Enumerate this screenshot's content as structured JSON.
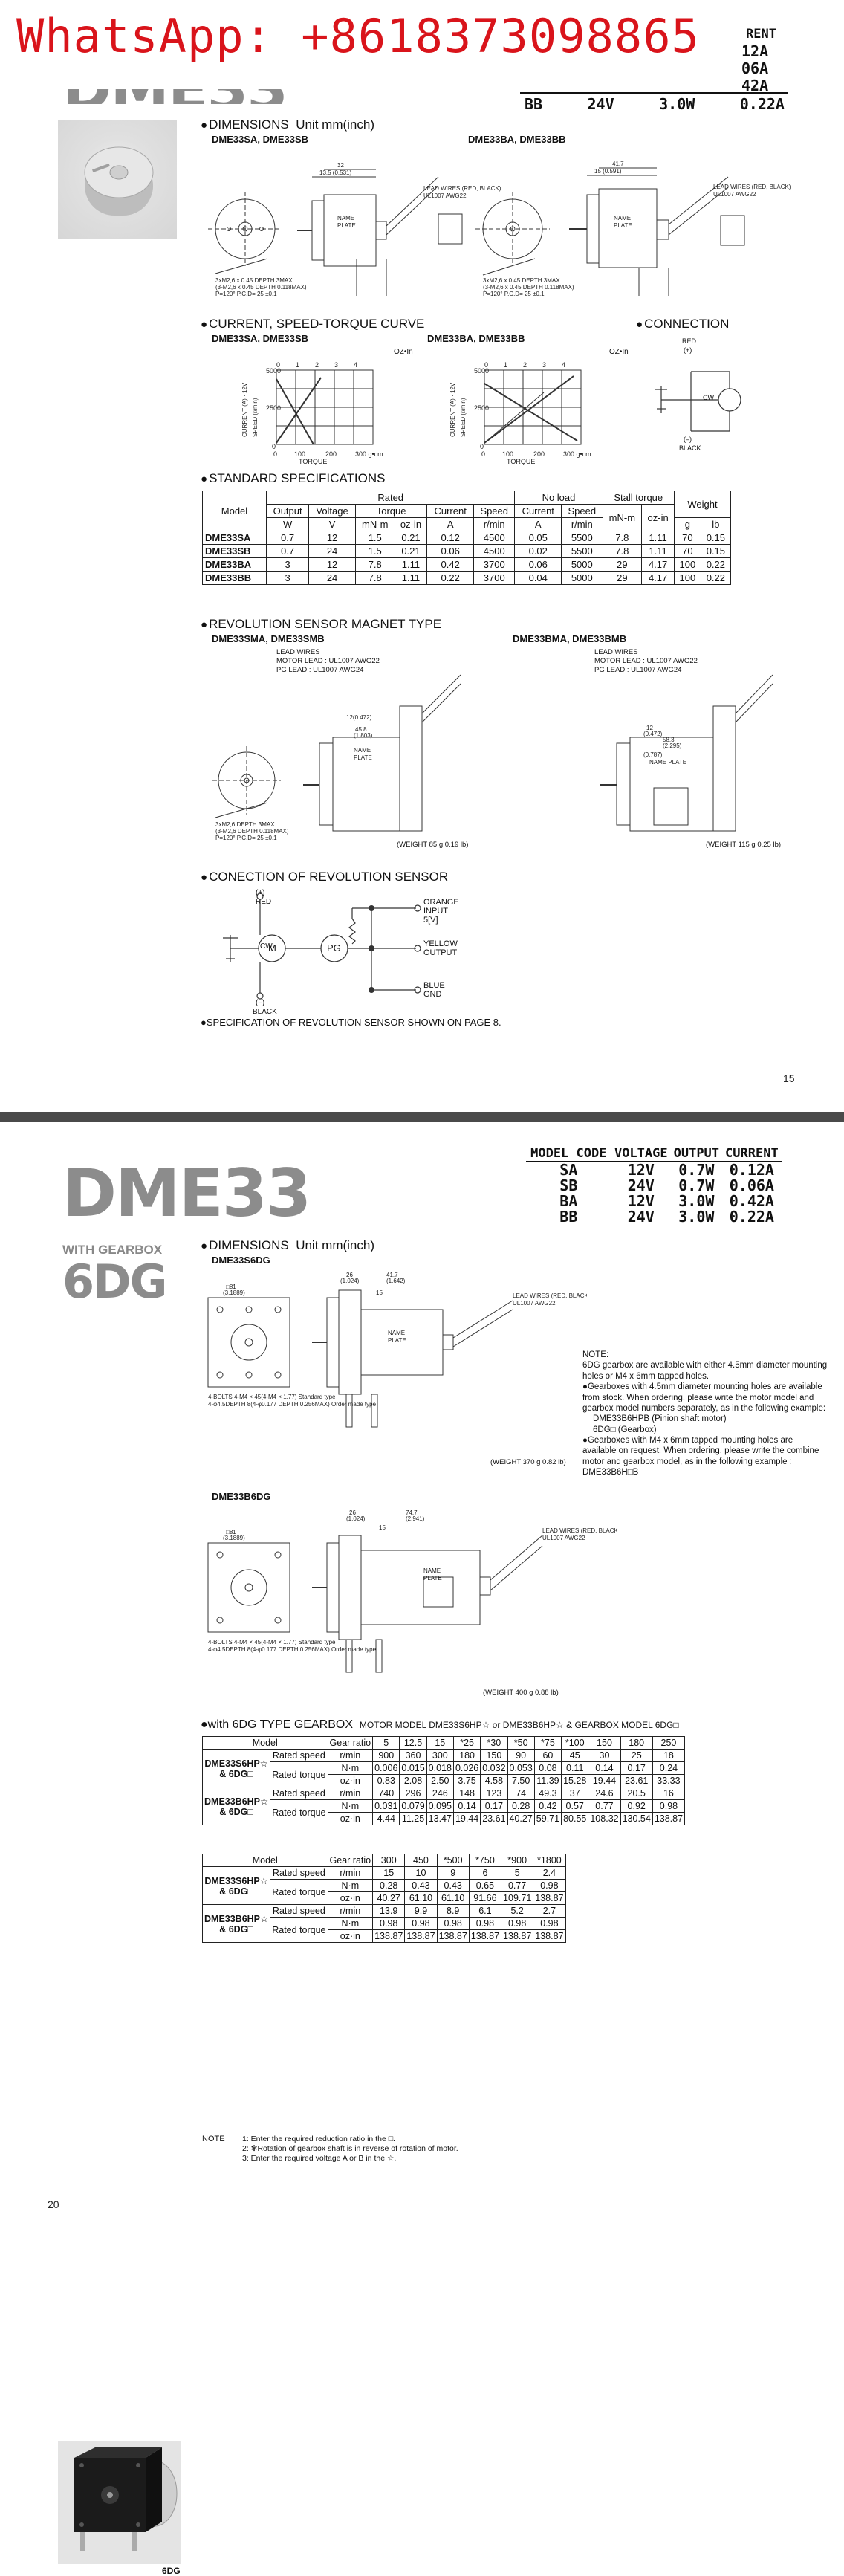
{
  "watermark": "WhatsApp: +8618373098865",
  "page1": {
    "model_fragment": "DME33",
    "codes_fragment": {
      "header_tail": "RENT",
      "rows_tail": [
        "12A",
        "06A",
        "42A"
      ],
      "last_row": [
        "BB",
        "24V",
        "3.0W",
        "0.22A"
      ]
    },
    "dims_section": "DIMENSIONS",
    "dims_unit": "Unit mm(inch)",
    "dims_left_models": "DME33SA, DME33SB",
    "dims_right_models": "DME33BA, DME33BB",
    "curve_section": "CURRENT, SPEED-TORQUE CURVE",
    "curve_left_models": "DME33SA, DME33SB",
    "curve_right_models": "DME33BA, DME33BB",
    "curve_unit_label": "OZ•In",
    "connection_section": "CONNECTION",
    "connection": {
      "red": "RED",
      "plus": "(+)",
      "minus": "(–)",
      "black": "BLACK",
      "cw": "CW"
    },
    "spec_section": "STANDARD SPECIFICATIONS",
    "spec": {
      "headers_top": [
        "Model",
        "Rated",
        "No load",
        "Stall torque",
        "Weight"
      ],
      "headers_mid": [
        "Output",
        "Voltage",
        "Torque",
        "Current",
        "Speed",
        "Current",
        "Speed",
        "mN-m",
        "oz-in"
      ],
      "headers_units": [
        "W",
        "V",
        "mN-m",
        "oz-in",
        "A",
        "r/min",
        "A",
        "r/min",
        "g",
        "lb"
      ],
      "rows": [
        [
          "DME33SA",
          "0.7",
          "12",
          "1.5",
          "0.21",
          "0.12",
          "4500",
          "0.05",
          "5500",
          "7.8",
          "1.11",
          "70",
          "0.15"
        ],
        [
          "DME33SB",
          "0.7",
          "24",
          "1.5",
          "0.21",
          "0.06",
          "4500",
          "0.02",
          "5500",
          "7.8",
          "1.11",
          "70",
          "0.15"
        ],
        [
          "DME33BA",
          "3",
          "12",
          "7.8",
          "1.11",
          "0.42",
          "3700",
          "0.06",
          "5000",
          "29",
          "4.17",
          "100",
          "0.22"
        ],
        [
          "DME33BB",
          "3",
          "24",
          "7.8",
          "1.11",
          "0.22",
          "3700",
          "0.04",
          "5000",
          "29",
          "4.17",
          "100",
          "0.22"
        ]
      ]
    },
    "magnet_section": "REVOLUTION SENSOR MAGNET TYPE",
    "magnet_left_models": "DME33SMA, DME33SMB",
    "magnet_right_models": "DME33BMA, DME33BMB",
    "lead_wires": "LEAD WIRES",
    "motor_lead": "MOTOR LEAD : UL1007 AWG22",
    "pg_lead": "PG LEAD       : UL1007 AWG24",
    "weight_left": "(WEIGHT 85 g  0.19 lb)",
    "weight_right": "(WEIGHT 115 g  0.25 lb)",
    "sensor_section": "CONECTION OF REVOLUTION SENSOR",
    "sensor": {
      "plus": "(+)",
      "red": "RED",
      "minus": "(–)",
      "black": "BLACK",
      "cw": "CW",
      "m": "M",
      "pg": "PG",
      "orange": "ORANGE",
      "input": "INPUT",
      "v5": "5[V]",
      "yellow": "YELLOW",
      "output": "OUTPUT",
      "blue": "BLUE",
      "gnd": "GND"
    },
    "spec_note": "SPECIFICATION OF REVOLUTION SENSOR SHOWN ON PAGE 8.",
    "page_number": "15"
  },
  "page2": {
    "model": "DME33",
    "with_gearbox": "WITH GEARBOX",
    "gear_model": "6DG",
    "photo_caption": "6DG",
    "codes": {
      "headers": [
        "MODEL CODE",
        "VOLTAGE",
        "OUTPUT",
        "CURRENT"
      ],
      "rows": [
        [
          "SA",
          "12V",
          "0.7W",
          "0.12A"
        ],
        [
          "SB",
          "24V",
          "0.7W",
          "0.06A"
        ],
        [
          "BA",
          "12V",
          "3.0W",
          "0.42A"
        ],
        [
          "BB",
          "24V",
          "3.0W",
          "0.22A"
        ]
      ]
    },
    "dims_section": "DIMENSIONS",
    "dims_unit": "Unit mm(inch)",
    "dims_a_model": "DME33S6DG",
    "dims_b_model": "DME33B6DG",
    "lead_wires": "LEAD WIRES (RED, BLACK)",
    "lead_awg": "UL1007 AWG22",
    "name_plate": "NAME PLATE",
    "weight_a": "(WEIGHT 370 g  0.82 lb)",
    "weight_b": "(WEIGHT 400 g  0.88 lb)",
    "dg_note": [
      "NOTE:",
      "6DG gearbox are available with either 4.5mm diameter mounting holes or M4 x 6mm tapped holes.",
      "●Gearboxes with 4.5mm diameter mounting holes are available from stock. When ordering, please write the motor model and gearbox model numbers separately, as in the following example:",
      "DME33B6HPB (Pinion shaft motor)",
      "6DG□ (Gearbox)",
      "●Gearboxes with M4 x 6mm tapped mounting holes are available on request. When ordering, please write the combine motor and gearbox model, as in the following example : DME33B6H□B"
    ],
    "gb_section": "with 6DG TYPE GEARBOX",
    "gb_section_tail": "MOTOR MODEL DME33S6HP☆ or DME33B6HP☆ & GEARBOX MODEL 6DG□",
    "gb1": {
      "ratios": [
        "5",
        "12.5",
        "15",
        "*25",
        "*30",
        "*50",
        "*75",
        "*100",
        "150",
        "180",
        "250"
      ],
      "s_speed": [
        "900",
        "360",
        "300",
        "180",
        "150",
        "90",
        "60",
        "45",
        "30",
        "25",
        "18"
      ],
      "s_nm": [
        "0.006",
        "0.015",
        "0.018",
        "0.026",
        "0.032",
        "0.053",
        "0.08",
        "0.11",
        "0.14",
        "0.17",
        "0.24"
      ],
      "s_ozin": [
        "0.83",
        "2.08",
        "2.50",
        "3.75",
        "4.58",
        "7.50",
        "11.39",
        "15.28",
        "19.44",
        "23.61",
        "33.33"
      ],
      "b_speed": [
        "740",
        "296",
        "246",
        "148",
        "123",
        "74",
        "49.3",
        "37",
        "24.6",
        "20.5",
        "16"
      ],
      "b_nm": [
        "0.031",
        "0.079",
        "0.095",
        "0.14",
        "0.17",
        "0.28",
        "0.42",
        "0.57",
        "0.77",
        "0.92",
        "0.98"
      ],
      "b_ozin": [
        "4.44",
        "11.25",
        "13.47",
        "19.44",
        "23.61",
        "40.27",
        "59.71",
        "80.55",
        "108.32",
        "130.54",
        "138.87"
      ]
    },
    "gb2": {
      "ratios": [
        "300",
        "450",
        "*500",
        "*750",
        "*900",
        "*1800"
      ],
      "s_speed": [
        "15",
        "10",
        "9",
        "6",
        "5",
        "2.4"
      ],
      "s_nm": [
        "0.28",
        "0.43",
        "0.43",
        "0.65",
        "0.77",
        "0.98"
      ],
      "s_ozin": [
        "40.27",
        "61.10",
        "61.10",
        "91.66",
        "109.71",
        "138.87"
      ],
      "b_speed": [
        "13.9",
        "9.9",
        "8.9",
        "6.1",
        "5.2",
        "2.7"
      ],
      "b_nm": [
        "0.98",
        "0.98",
        "0.98",
        "0.98",
        "0.98",
        "0.98"
      ],
      "b_ozin": [
        "138.87",
        "138.87",
        "138.87",
        "138.87",
        "138.87",
        "138.87"
      ]
    },
    "gb_labels": {
      "model": "Model",
      "gear_ratio": "Gear ratio",
      "rated_speed": "Rated speed",
      "rated_torque": "Rated torque",
      "rmin": "r/min",
      "nm": "N·m",
      "ozin": "oz·in",
      "s_model_a": "DME33S6HP☆",
      "b_model_a": "DME33B6HP☆",
      "and_6dg": "& 6DG□"
    },
    "notes_label": "NOTE",
    "notes": [
      "1: Enter the required reduction ratio in the □.",
      "2: ✻Rotation of gearbox shaft is in reverse of rotation of motor.",
      "3: Enter the required voltage A or B in the ☆."
    ],
    "page_number": "20"
  }
}
